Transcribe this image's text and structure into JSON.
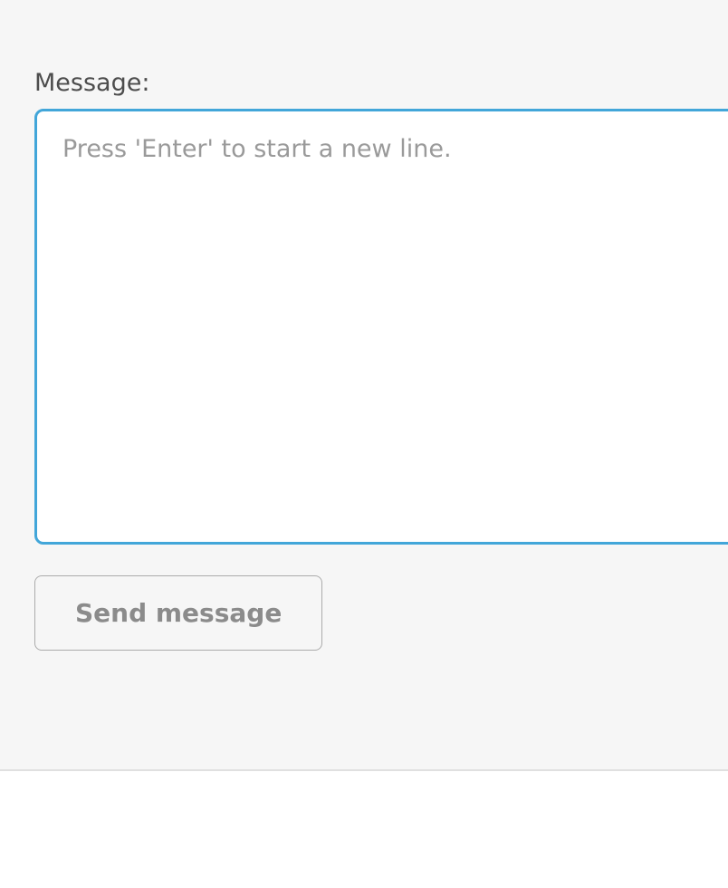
{
  "form": {
    "message_label": "Message:",
    "textarea_placeholder": "Press 'Enter' to start a new line.",
    "textarea_value": "",
    "send_button_label": "Send message"
  },
  "colors": {
    "page_bg": "#f6f6f6",
    "lower_bg": "#ffffff",
    "textarea_border": "#42a6d9",
    "divider": "#e0e0e0"
  }
}
